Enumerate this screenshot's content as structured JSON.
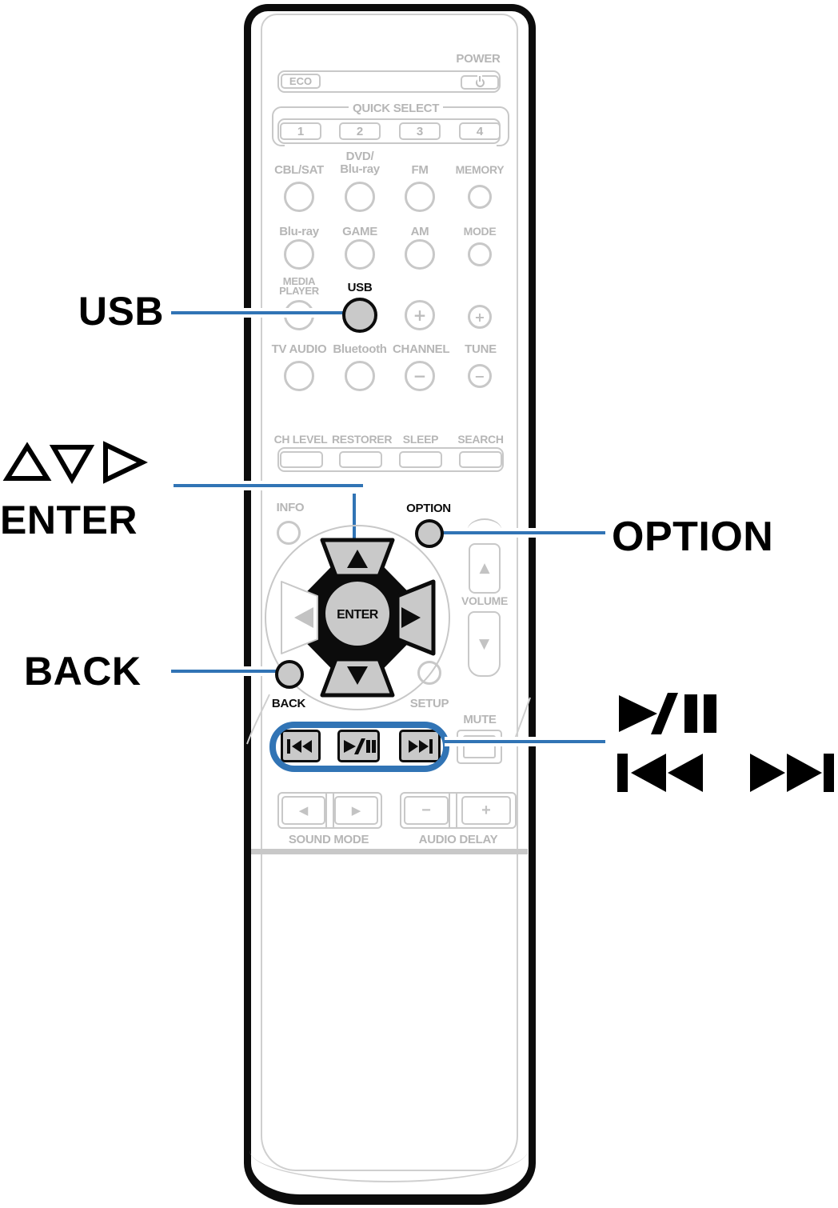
{
  "callouts": {
    "usb": "USB",
    "cursor_icons": "△▽ ▷",
    "enter": "ENTER",
    "back": "BACK",
    "option": "OPTION",
    "play_pause": "►/❙❙",
    "skip": "❙◄◄ ►►❙"
  },
  "remote": {
    "eco": "ECO",
    "power": "POWER",
    "quick_select": {
      "legend": "QUICK SELECT",
      "buttons": [
        "1",
        "2",
        "3",
        "4"
      ]
    },
    "sources": {
      "cbl_sat": "CBL/SAT",
      "dvd_1": "DVD/",
      "dvd_2": "Blu-ray",
      "fm": "FM",
      "memory": "MEMORY",
      "blu_ray": "Blu-ray",
      "game": "GAME",
      "am": "AM",
      "mode": "MODE",
      "media_1": "MEDIA",
      "media_2": "PLAYER",
      "usb": "USB",
      "tv_audio": "TV AUDIO",
      "bluetooth": "Bluetooth",
      "channel": "CHANNEL",
      "tune": "TUNE",
      "plus": "+",
      "minus": "−"
    },
    "adjust": {
      "ch_level": "CH LEVEL",
      "restorer": "RESTORER",
      "sleep": "SLEEP",
      "search": "SEARCH"
    },
    "nav": {
      "info": "INFO",
      "option": "OPTION",
      "enter": "ENTER",
      "back": "BACK",
      "setup": "SETUP",
      "up": "▲",
      "down": "▼",
      "left": "◀",
      "right": "▶"
    },
    "volume": {
      "label": "VOLUME",
      "up": "▲",
      "down": "▼",
      "mute": "MUTE"
    },
    "bottom": {
      "sound_mode": "SOUND MODE",
      "audio_delay": "AUDIO DELAY",
      "left": "◀",
      "right": "▶",
      "minus": "−",
      "plus": "+"
    }
  },
  "colors": {
    "accent_blue": "#3174b5",
    "highlight_fill": "#c9c9c9",
    "outline_gray": "#c8c8c8",
    "label_gray": "#b6b6b6",
    "black": "#0c0c0c"
  }
}
